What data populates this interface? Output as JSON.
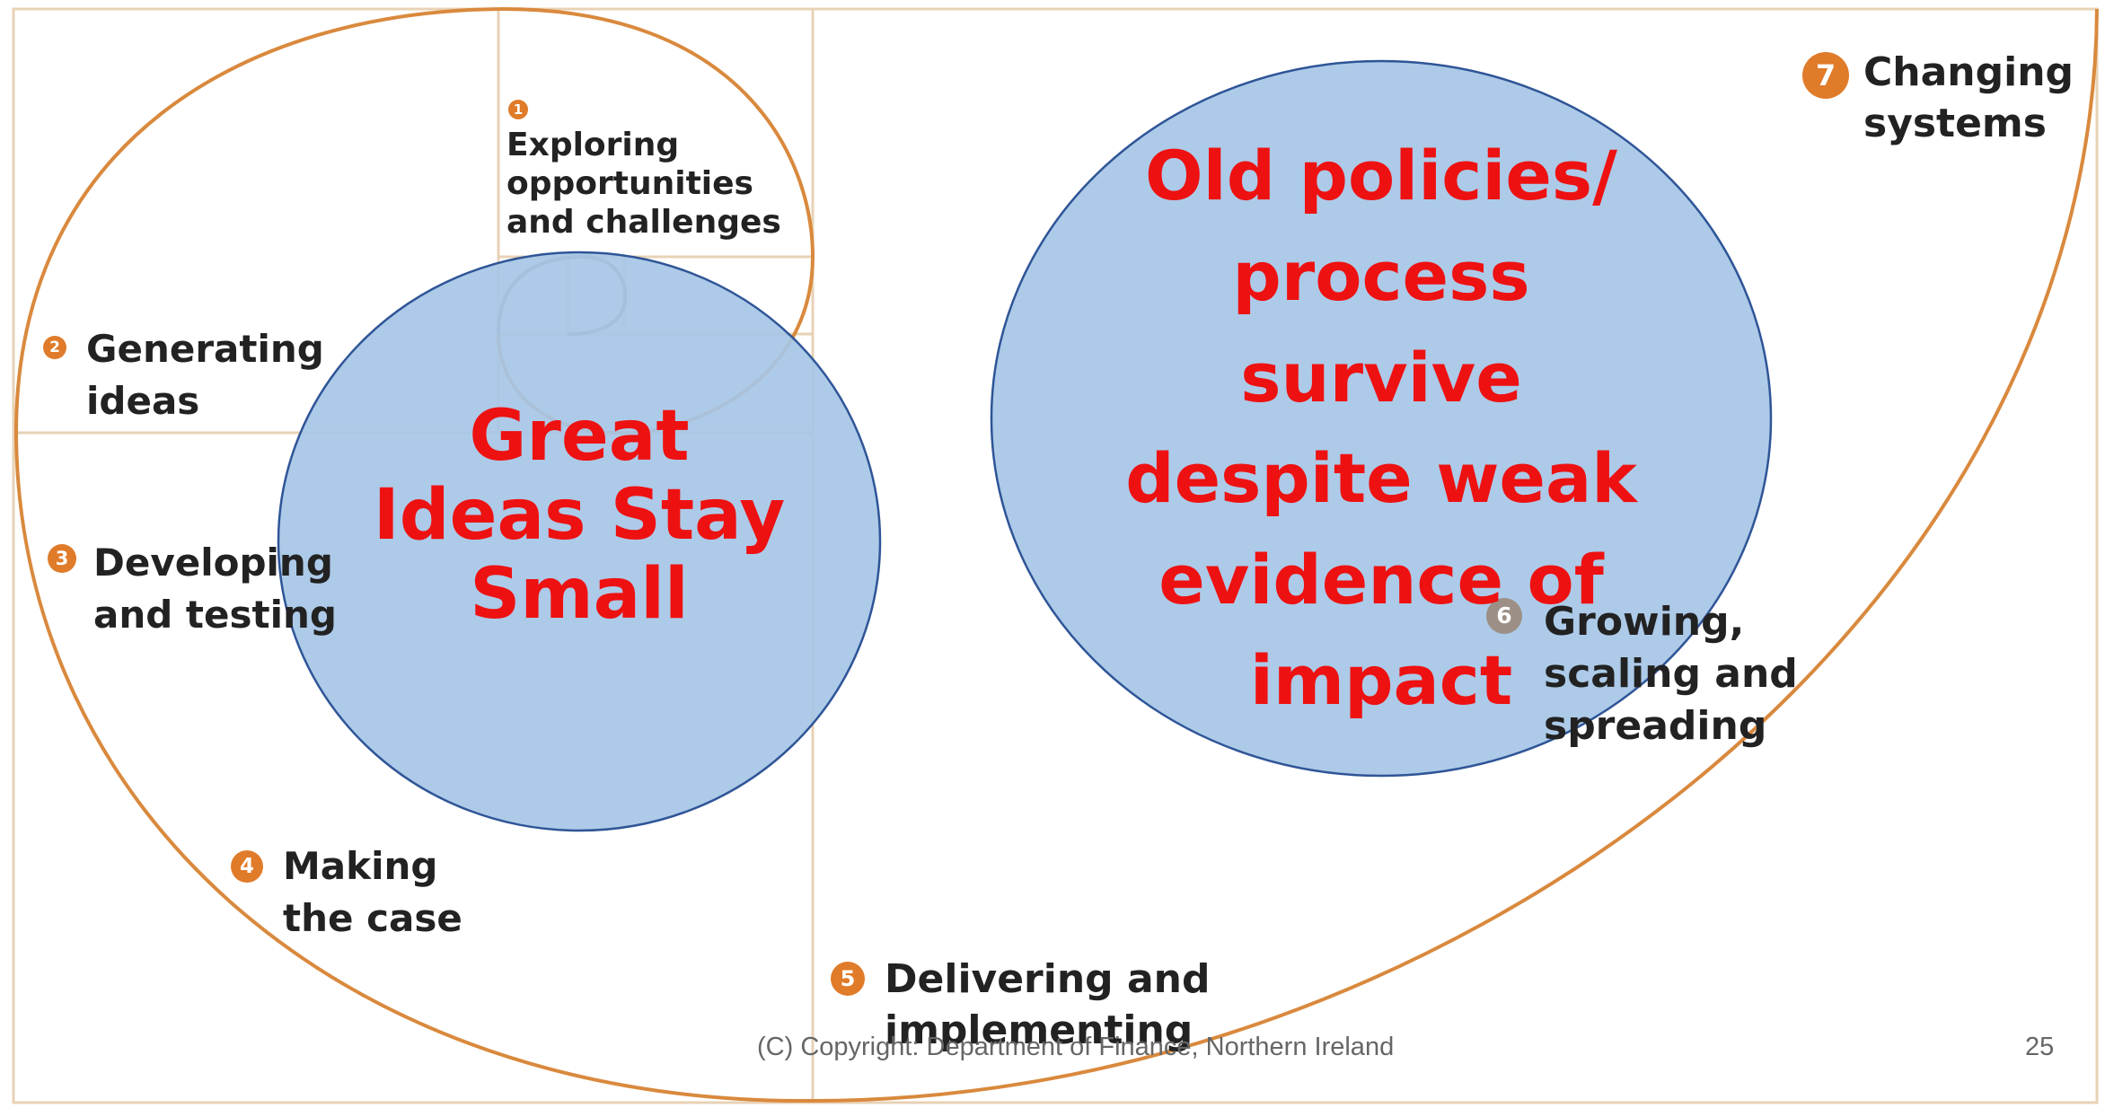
{
  "colors": {
    "spiral": "#d9893d",
    "badge_orange": "#e07b2a",
    "badge_grey": "#9b8f86",
    "bubble_fill": "#a6c6e6",
    "bubble_stroke": "#2f5597",
    "highlight_text": "#ee1111"
  },
  "stages": [
    {
      "number": "1",
      "lines": [
        "Exploring",
        "opportunities",
        "and challenges"
      ]
    },
    {
      "number": "2",
      "lines": [
        "Generating",
        "ideas"
      ]
    },
    {
      "number": "3",
      "lines": [
        "Developing",
        "and testing"
      ]
    },
    {
      "number": "4",
      "lines": [
        "Making",
        "the case"
      ]
    },
    {
      "number": "5",
      "lines": [
        "Delivering and",
        "implementing"
      ]
    },
    {
      "number": "6",
      "lines": [
        "Growing,",
        "scaling and",
        "spreading"
      ]
    },
    {
      "number": "7",
      "lines": [
        "Changing",
        "systems"
      ]
    }
  ],
  "bubbles": {
    "left": {
      "lines": [
        "Great",
        "Ideas Stay",
        "Small"
      ]
    },
    "right": {
      "lines": [
        "Old policies/",
        "process",
        "survive",
        "despite weak",
        "evidence of",
        "impact"
      ]
    }
  },
  "footer": {
    "copyright": "(C) Copyright: Department of Finance, Northern Ireland",
    "page_number": "25"
  }
}
